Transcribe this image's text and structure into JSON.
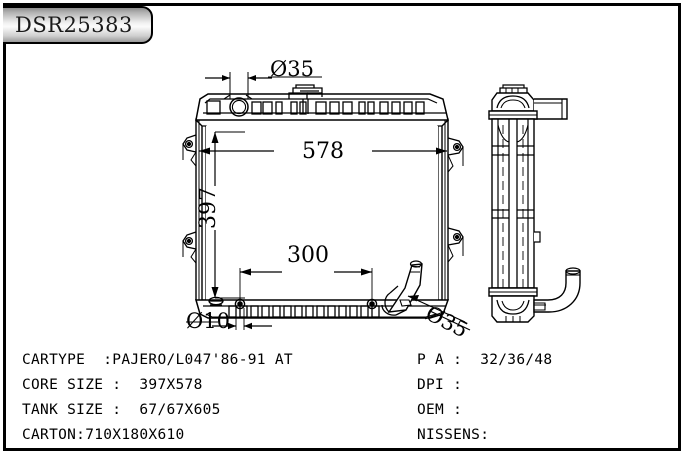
{
  "document": {
    "title": "DSR25383",
    "part_number": "DSR25383",
    "drawing_type": "radiator-technical-drawing"
  },
  "title_tab": {
    "label": "DSR25383"
  },
  "dimensions": {
    "inlet_diameter_top": "Ø35",
    "core_width": "578",
    "core_height": "397",
    "mount_spacing": "300",
    "mount_hole_diameter": "Ø10",
    "outlet_diameter": "Ø35"
  },
  "spec_table": {
    "left": [
      {
        "label": "CARTYPE  :",
        "value": "PAJERO/L047'86-91 AT",
        "text": "CARTYPE  :PAJERO/L047'86-91 AT"
      },
      {
        "label": "CORE SIZE :",
        "value": "397X578",
        "text": "CORE SIZE :  397X578"
      },
      {
        "label": "TANK SIZE :",
        "value": "67/67X605",
        "text": "TANK SIZE :  67/67X605"
      },
      {
        "label": "CARTON:",
        "value": "710X180X610",
        "text": "CARTON:710X180X610"
      }
    ],
    "right": [
      {
        "label": "P A :",
        "value": "32/36/48",
        "text": "P A :  32/36/48"
      },
      {
        "label": "DPI :",
        "value": "",
        "text": "DPI :"
      },
      {
        "label": "OEM :",
        "value": "",
        "text": "OEM :"
      },
      {
        "label": "NISSENS:",
        "value": "",
        "text": "NISSENS:"
      }
    ]
  },
  "views": {
    "front": "radiator-front-view",
    "side": "radiator-side-view"
  },
  "colors": {
    "line": "#000000",
    "background": "#ffffff",
    "tab_gradient_light": "#fbfbfb",
    "tab_gradient_dark": "#8f8f8f"
  }
}
